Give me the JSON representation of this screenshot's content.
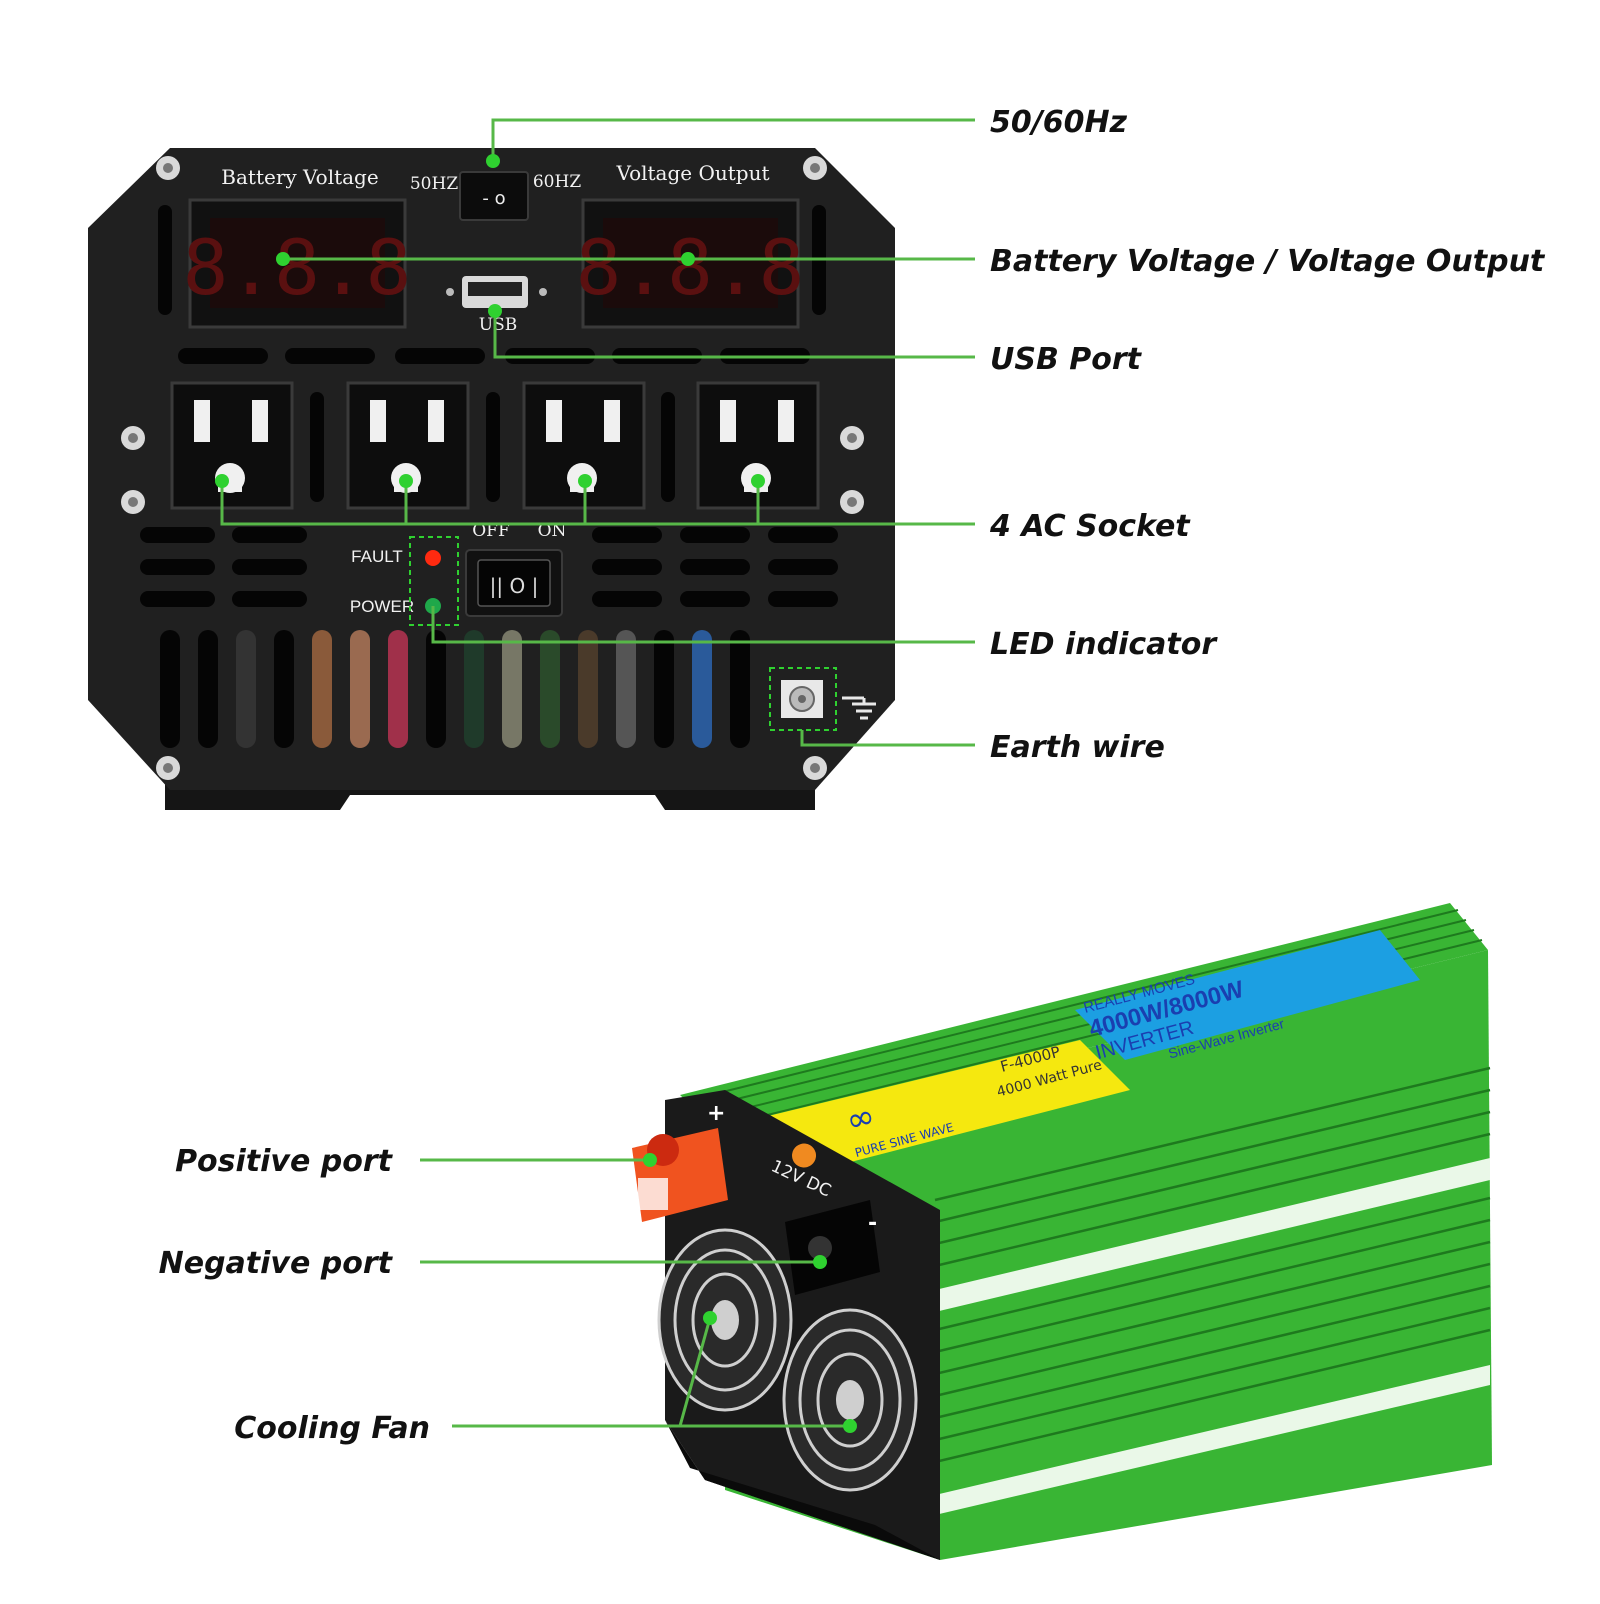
{
  "colors": {
    "leader": "#57b848",
    "dot": "#2fd130",
    "casing": "#202020",
    "inverter_green": "#39b534",
    "label_yellow": "#f5e80f",
    "label_blue": "#1c9fe2",
    "terminal_red": "#f0531f"
  },
  "callouts": {
    "hz": "50/60Hz",
    "displays": "Battery Voltage / Voltage Output",
    "usb": "USB Port",
    "ac": "4 AC Socket",
    "led": "LED indicator",
    "earth": "Earth wire",
    "positive": "Positive port",
    "negative": "Negative port",
    "fan": "Cooling Fan"
  },
  "front_panel": {
    "battery_voltage_label": "Battery Voltage",
    "voltage_output_label": "Voltage Output",
    "hz_left": "50HZ",
    "hz_right": "60HZ",
    "usb_label": "USB",
    "switch_off": "OFF",
    "switch_on": "ON",
    "fault_label": "FAULT",
    "power_label": "POWER",
    "display_digits": "8.8.8",
    "hz_switch_glyph": "- o",
    "power_switch_glyph": "|| O |"
  },
  "inverter_label": {
    "line1": "REALLY MOVES",
    "line2": "4000W/8000W",
    "line3": "INVERTER",
    "line4": "Sine-Wave Inverter",
    "model": "F-4000P",
    "watt": "4000 Watt Pure",
    "brand": "PURE SINE WAVE",
    "dc": "12V DC",
    "plus": "+",
    "minus": "-"
  }
}
